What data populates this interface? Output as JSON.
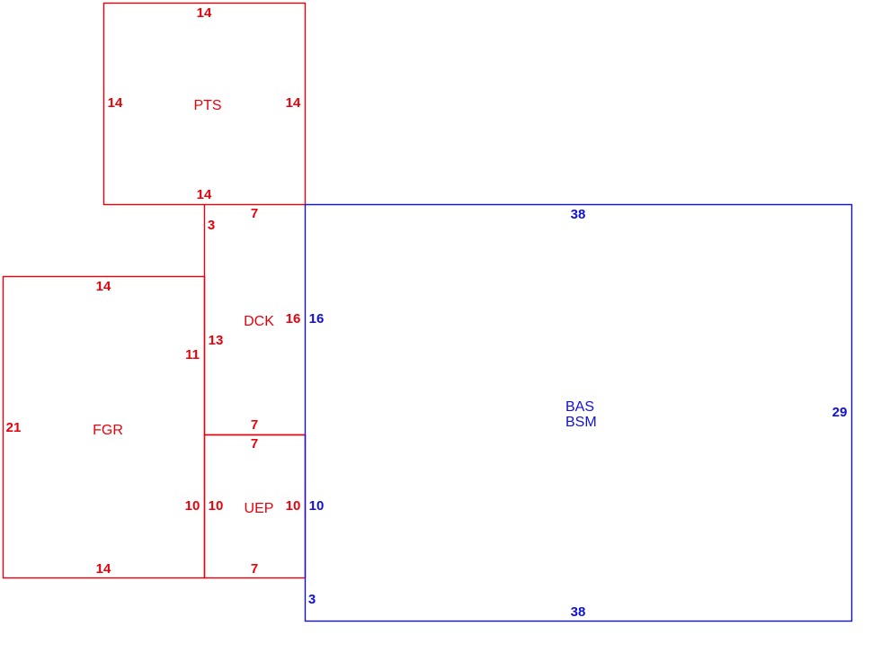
{
  "colors": {
    "addition": "#e8000b",
    "main": "#1010d8",
    "background": "#ffffff"
  },
  "areas": {
    "pts": {
      "label": "PTS",
      "top": "14",
      "left": "14",
      "right": "14",
      "bottom": "14"
    },
    "dck": {
      "label": "DCK",
      "top": "7",
      "left_upper": "3",
      "left_lower": "13",
      "right": "16",
      "bottom": "7"
    },
    "fgr": {
      "label": "FGR",
      "top": "14",
      "left": "21",
      "right_upper": "11",
      "right_lower": "10",
      "bottom": "14"
    },
    "uep": {
      "label": "UEP",
      "top": "7",
      "left": "10",
      "right": "10",
      "bottom": "7"
    },
    "bas": {
      "label_line1": "BAS",
      "label_line2": "BSM",
      "top": "38",
      "left_upper": "16",
      "left_lower": "10",
      "left_bottom": "3",
      "right": "29",
      "bottom": "38"
    }
  }
}
